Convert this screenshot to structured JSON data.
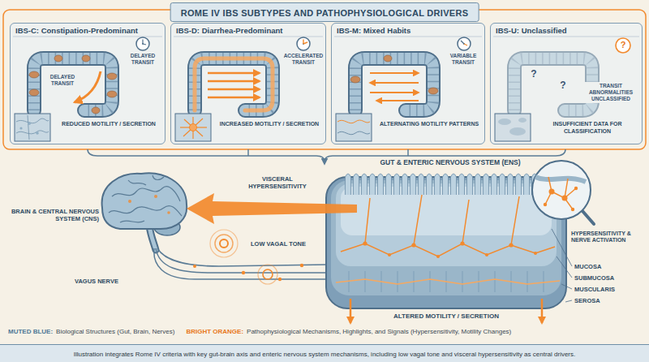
{
  "diagram": {
    "title": "ROME IV IBS SUBTYPES AND PATHOPHYSIOLOGICAL DRIVERS",
    "caption": "Illustration integrates Rome IV criteria with key gut-brain axis and enteric nervous system mechanisms, including low vagal tone and visceral hypersensitivity as central drivers.",
    "nodes": [
      {
        "text": [
          "IBS-C: Constipation-Predominant",
          "DELAYED TRANSIT",
          "DELAYED TRANSIT",
          "REDUCED MOTILITY / SECRETION"
        ]
      },
      {
        "text": [
          "IBS-D: Diarrhea-Predominant",
          "ACCELERATED TRANSIT",
          "INCREASED MOTILITY / SECRETION"
        ]
      },
      {
        "text": [
          "IBS-M: Mixed Habits",
          "VARIABLE TRANSIT",
          "ALTERNATING MOTILITY PATTERNS"
        ]
      },
      {
        "text": [
          "IBS-U: Unclassified",
          "TRANSIT ABNORMALITIES UNCLASSIFIED",
          "INSUFFICIENT DATA FOR CLASSIFICATION"
        ]
      }
    ],
    "labels": [
      "?",
      "?",
      "?",
      "BRAIN & CENTRAL NERVOUS SYSTEM (CNS)",
      "VISCERAL HYPERSENSITIVITY",
      "LOW VAGAL TONE",
      "VAGUS NERVE",
      "GUT & ENTERIC NERVOUS SYSTEM (ENS)",
      "HYPERSENSITIVITY & NERVE ACTIVATION",
      "MUCOSA",
      "SUBMUCOSA",
      "MUSCULARIS",
      "SEROSA",
      "ALTERED MOTILITY / SECRETION",
      "MUTED BLUE:",
      "Biological Structures (Gut, Brain, Nerves)",
      "BRIGHT ORANGE:",
      "Pathophysiological Mechanisms, Highlights, and Signals (Hypersensitivity, Motility Changes)"
    ]
  }
}
